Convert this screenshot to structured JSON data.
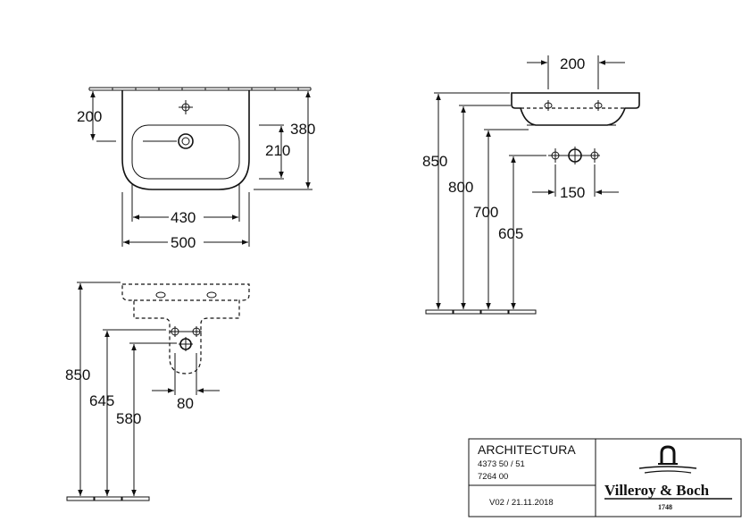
{
  "top_view": {
    "dim_200": "200",
    "dim_380": "380",
    "dim_210": "210",
    "dim_430": "430",
    "dim_500": "500"
  },
  "side_view": {
    "dim_850": "850",
    "dim_645": "645",
    "dim_580": "580",
    "dim_80": "80"
  },
  "front_view": {
    "dim_200": "200",
    "dim_850": "850",
    "dim_800": "800",
    "dim_700": "700",
    "dim_605": "605",
    "dim_150": "150"
  },
  "title_block": {
    "product_name": "ARCHITECTURA",
    "article_numbers": "4373 50 / 51",
    "article_code": "7264 00",
    "version": "V02 / 21.11.2018",
    "brand_name": "Villeroy & Boch",
    "brand_year": "1748"
  }
}
